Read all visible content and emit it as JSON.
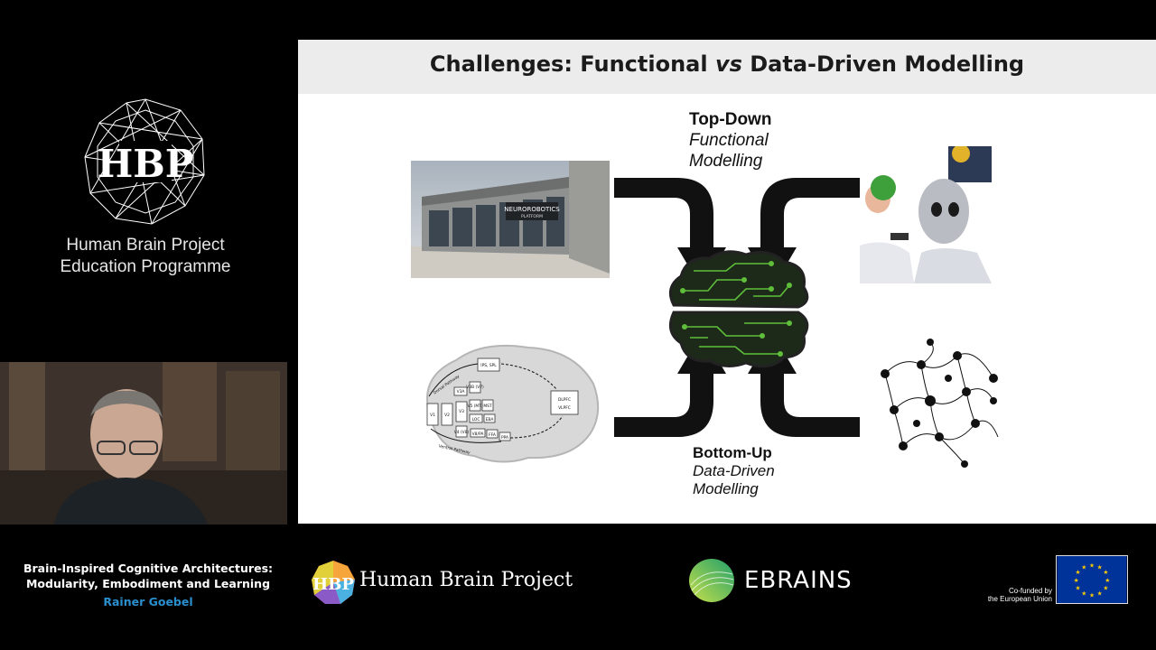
{
  "sidebar": {
    "org_line1": "Human Brain Project",
    "org_line2": "Education Programme"
  },
  "slide": {
    "title_part1": "Challenges: Functional ",
    "title_italic": "vs",
    "title_part2": " Data-Driven Modelling",
    "top_heading": "Top-Down",
    "top_line1": "Functional",
    "top_line2": "Modelling",
    "bottom_heading": "Bottom-Up",
    "bottom_line1": "Data-Driven",
    "bottom_line2": "Modelling",
    "building_sign": "NEUROROBOTICS",
    "building_sign_sub": "PLATFORM",
    "brain_map_labels": [
      "IPS, SPL",
      "V3A",
      "V3B (V7)",
      "DLPFC",
      "VLPFC",
      "V1",
      "V2",
      "V3",
      "V5 (MT)",
      "MST",
      "LOC",
      "EBA",
      "V4 (V8)",
      "V8/PA",
      "FFA",
      "PPA",
      "Dorsal Pathway",
      "Ventral Pathway"
    ]
  },
  "footer": {
    "course_line1": "Brain-Inspired Cognitive Architectures:",
    "course_line2": "Modularity, Embodiment and Learning",
    "author": "Rainer Goebel",
    "hbp_name": "Human Brain Project",
    "ebrains_name": "EBRAINS",
    "eu_line1": "Co-funded by",
    "eu_line2": "the European Union"
  },
  "colors": {
    "slide_header_bg": "#ececec",
    "author_blue": "#2a8fcf",
    "eu_blue": "#003399",
    "eu_gold": "#ffcc00",
    "circuit_green": "#5fbf3a"
  }
}
